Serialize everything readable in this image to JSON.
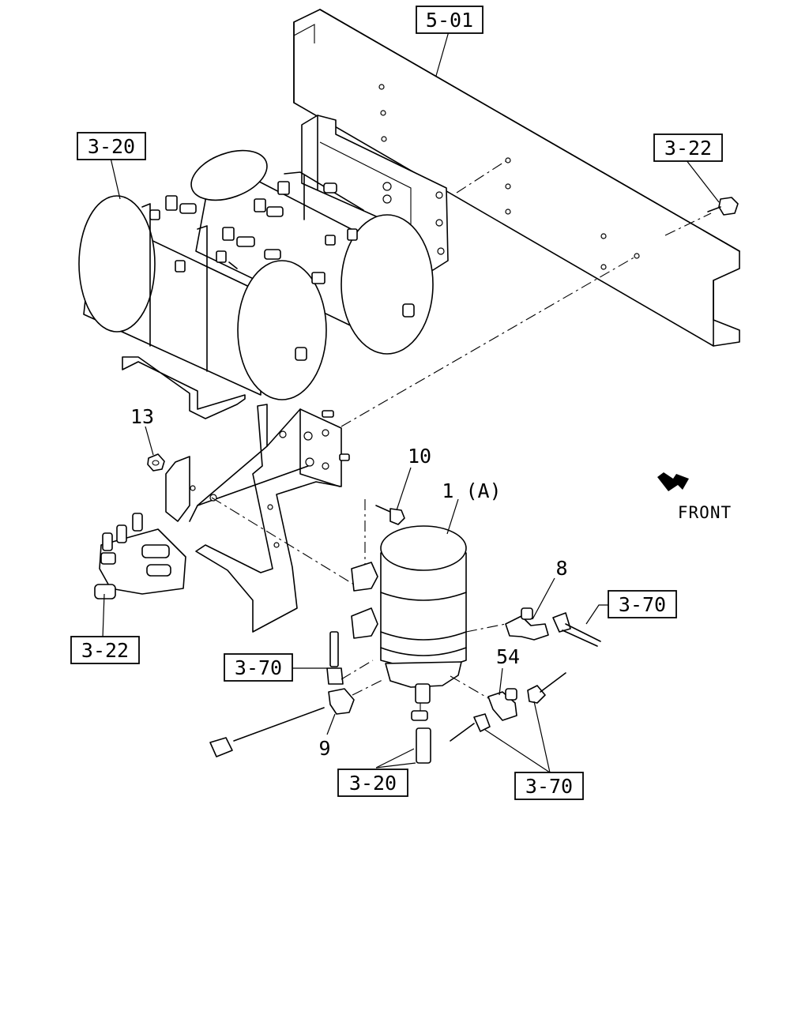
{
  "references": {
    "frame_ref": "5-01",
    "tank_ref_top": "3-20",
    "bolt_ref_top": "3-22",
    "valve_ref": "3-22",
    "pipe_ref_left": "3-70",
    "pipe_ref_right": "3-70",
    "hose_ref_bottom": "3-20",
    "pipe_ref_bottom": "3-70"
  },
  "parts": {
    "nut": "13",
    "bolt": "10",
    "dryer": "1 (A)",
    "elbow_right": "8",
    "tee": "54",
    "elbow_left": "9"
  },
  "direction": {
    "label": "FRONT"
  }
}
